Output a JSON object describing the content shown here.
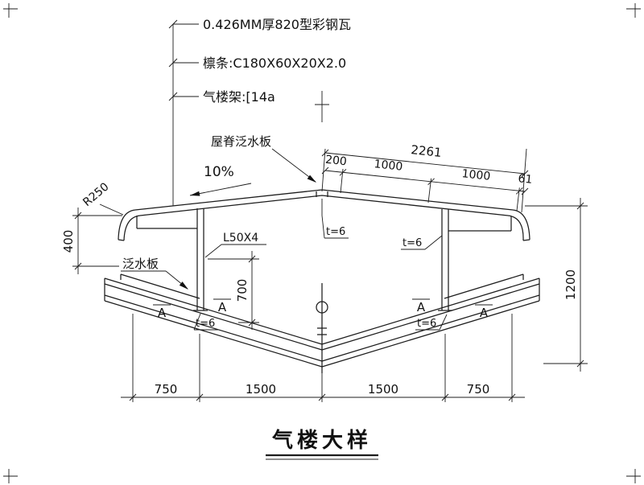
{
  "drawing": {
    "title": "气楼大样",
    "callouts": {
      "roof_sheet": "0.426MM厚820型彩钢瓦",
      "purlin": "檩条:C180X60X20X2.0",
      "monitor_frame": "气楼架:[14a",
      "ridge_flashing": "屋脊泛水板",
      "slope": "10%",
      "eave_radius": "R250",
      "angle_steel": "L50X4",
      "flashing": "泛水板",
      "plate_thickness": "t=6",
      "section_mark": "A"
    },
    "dims": {
      "top_total": "2261",
      "top_seg_1": "200",
      "top_seg_2": "1000",
      "top_seg_3": "1000",
      "top_seg_4": "61",
      "left_height": "400",
      "opening_height": "700",
      "right_height": "1200",
      "bottom_seg_1": "750",
      "bottom_seg_2": "1500",
      "bottom_seg_3": "1500",
      "bottom_seg_4": "750"
    }
  }
}
